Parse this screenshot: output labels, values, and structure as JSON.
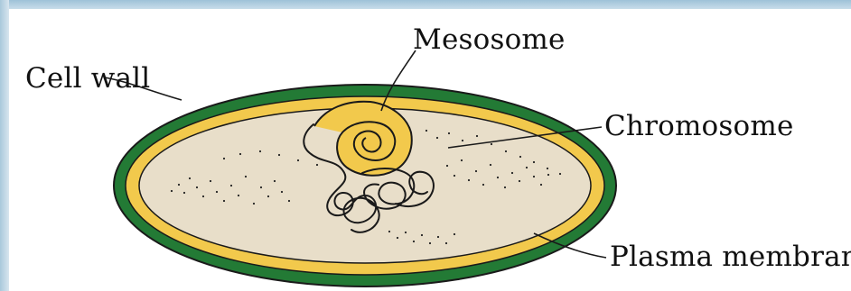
{
  "labels": {
    "mesosome": "Mesosome",
    "cell_wall": "Cell wall",
    "chromosome": "Chromosome",
    "plasma_membrane": "Plasma membrane"
  },
  "colors": {
    "cell_wall": "#237a35",
    "membrane": "#f2c94c",
    "cytoplasm": "#e8dec9",
    "outline": "#1a1a1a",
    "border_blue": "#a7c8dc"
  }
}
